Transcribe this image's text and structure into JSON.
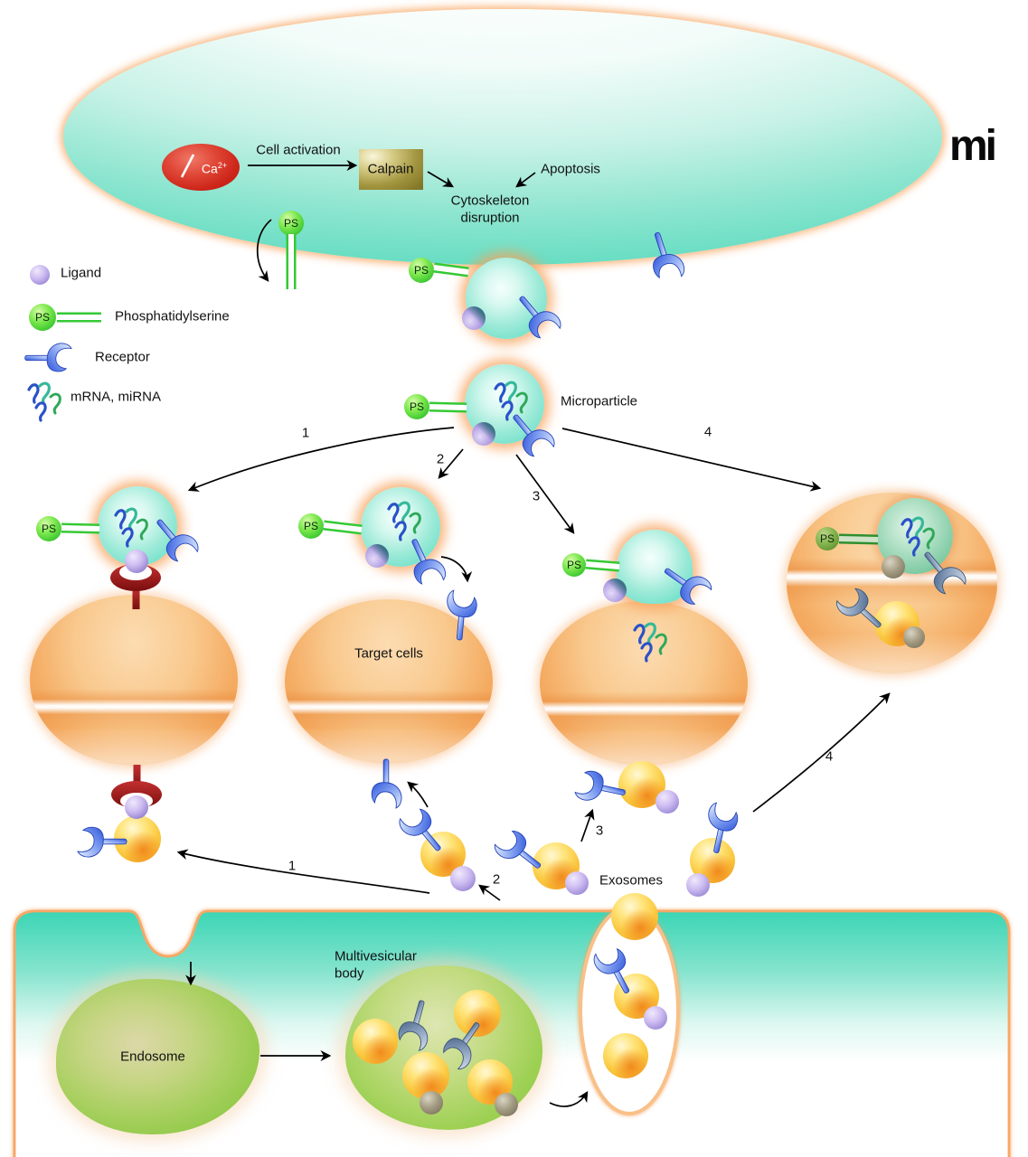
{
  "labels": {
    "ps": "PS",
    "ca_base": "Ca",
    "ca_sup": "2+",
    "cell_activation": "Cell activation",
    "calpain": "Calpain",
    "apoptosis": "Apoptosis",
    "cytoskeleton_1": "Cytoskeleton",
    "cytoskeleton_2": "disruption",
    "microparticle": "Microparticle",
    "target_cells": "Target cells",
    "exosomes": "Exosomes",
    "endosome": "Endosome",
    "mvb_1": "Multivesicular",
    "mvb_2": "body",
    "logo": "mi"
  },
  "legend": {
    "ligand": "Ligand",
    "phosphatidylserine": "Phosphatidylserine",
    "receptor": "Receptor",
    "mrna": "mRNA, miRNA"
  },
  "steps": {
    "s1": "1",
    "s2": "2",
    "s3": "3",
    "s4": "4"
  },
  "colors": {
    "membrane_teal": "#3bd5b5",
    "cell_orange": "#f1a058",
    "glow_orange": "#f7a765",
    "exosome_gold": "#fac63c",
    "ligand_purple": "#8f7ace",
    "ps_green": "#2ec02a",
    "receptor_blue": "#3f6ae0",
    "calpain_gold": "#877b2b",
    "calcium_red": "#cc2418",
    "cup_dark_red": "#8f1212",
    "endosome_green": "#8cc844"
  }
}
